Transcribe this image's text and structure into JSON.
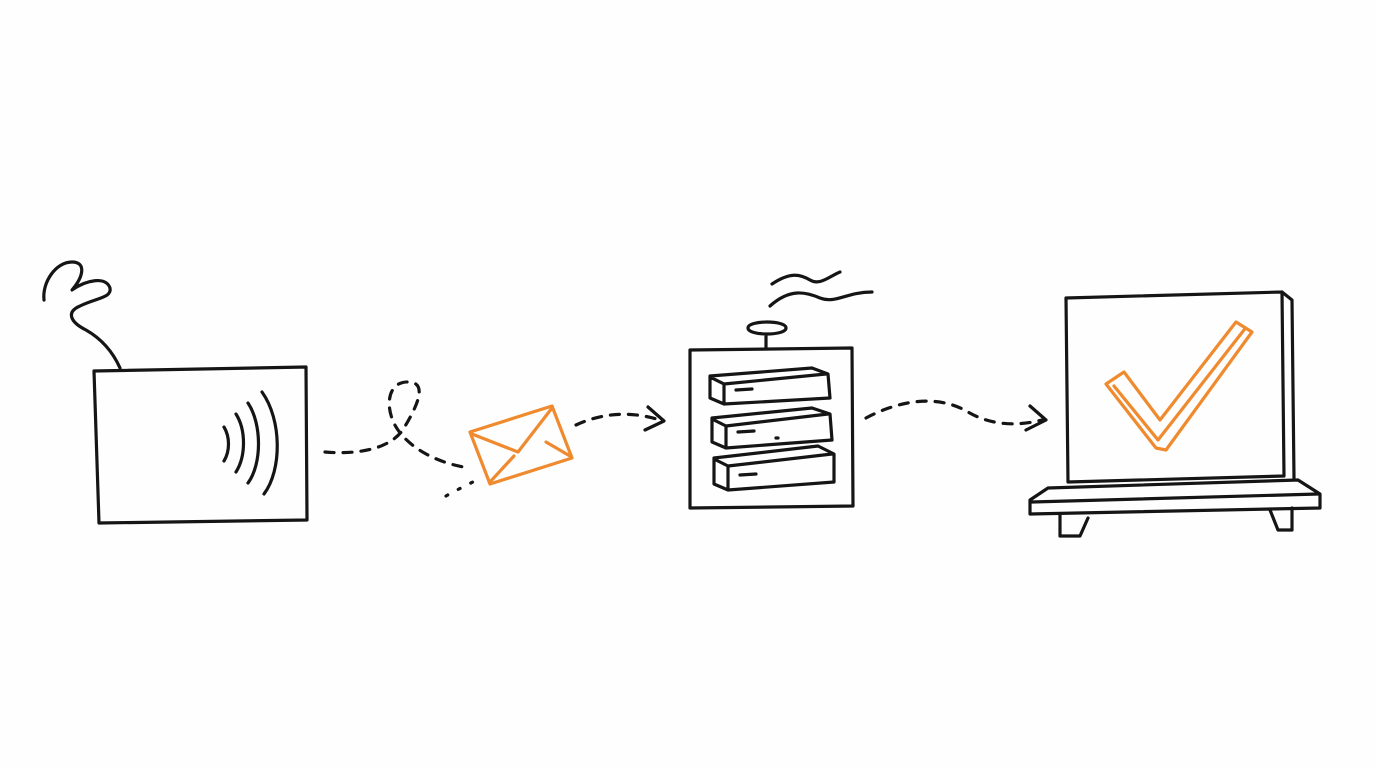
{
  "colors": {
    "background": "#fefefe",
    "ink": "#151515",
    "accent": "#ef8a2e"
  },
  "nodes": [
    {
      "id": "sender-device",
      "icon": "wireless-device-icon"
    },
    {
      "id": "message",
      "icon": "envelope-icon"
    },
    {
      "id": "server",
      "icon": "server-rack-icon"
    },
    {
      "id": "receiver-display",
      "icon": "checkmark-monitor-icon"
    }
  ],
  "connectors": [
    {
      "from": "sender-device",
      "to": "message",
      "icon": "dashed-loop-arrow-icon"
    },
    {
      "from": "message",
      "to": "server",
      "icon": "dashed-arrow-icon"
    },
    {
      "from": "server",
      "to": "receiver-display",
      "icon": "dashed-arrow-icon"
    }
  ]
}
